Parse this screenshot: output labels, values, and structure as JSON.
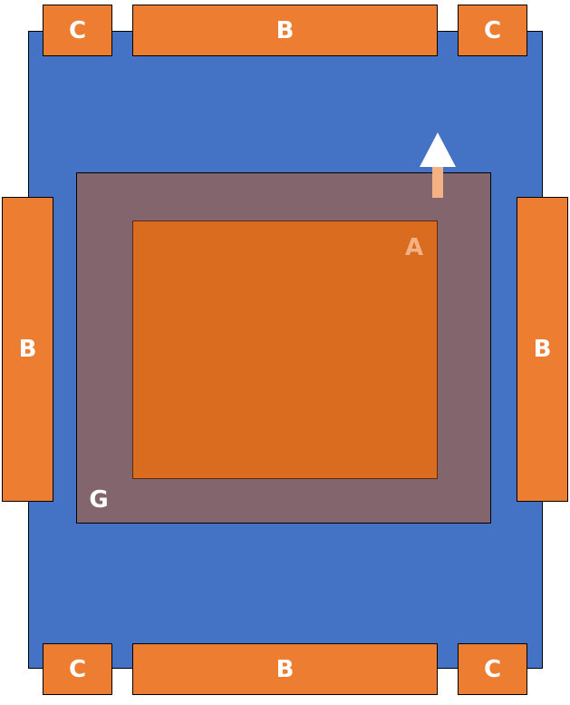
{
  "diagram": {
    "colors": {
      "board": "#4472c4",
      "guard_band": "#83666d",
      "chip": "#da6c1f",
      "pad": "#ed7d31",
      "arrow_head": "#ffffff",
      "arrow_shaft": "#f4b183"
    },
    "labels": {
      "a": "A",
      "g": "G",
      "b": "B",
      "c": "C"
    },
    "pads": {
      "corner_top_left": "C",
      "top": "B",
      "corner_top_right": "C",
      "left": "B",
      "right": "B",
      "corner_bottom_left": "C",
      "bottom": "B",
      "corner_bottom_right": "C"
    },
    "arrow": {
      "icon": "arrow-up-icon",
      "direction": "up"
    }
  }
}
